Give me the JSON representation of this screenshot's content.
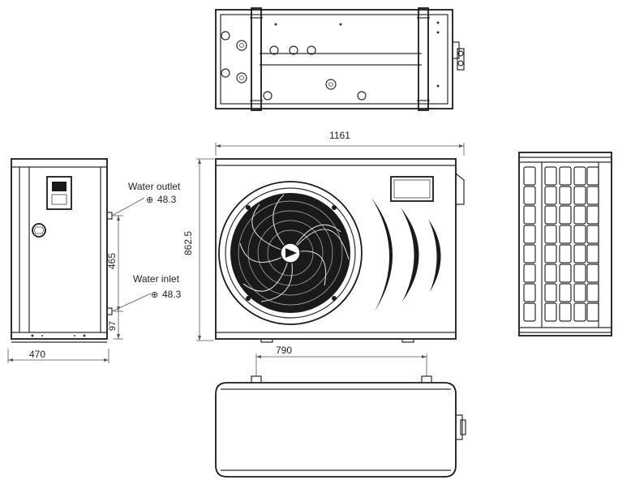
{
  "dimensions": {
    "width_main": "1161",
    "height_main": "862.5",
    "foot_spacing": "790",
    "side_depth": "470",
    "inlet_outlet_spacing": "465",
    "inlet_height": "97"
  },
  "connections": {
    "outlet_label": "Water outlet",
    "outlet_size": "48.3",
    "inlet_label": "Water inlet",
    "inlet_size": "48.3"
  },
  "symbols": {
    "diameter_glyph": "⊕"
  }
}
